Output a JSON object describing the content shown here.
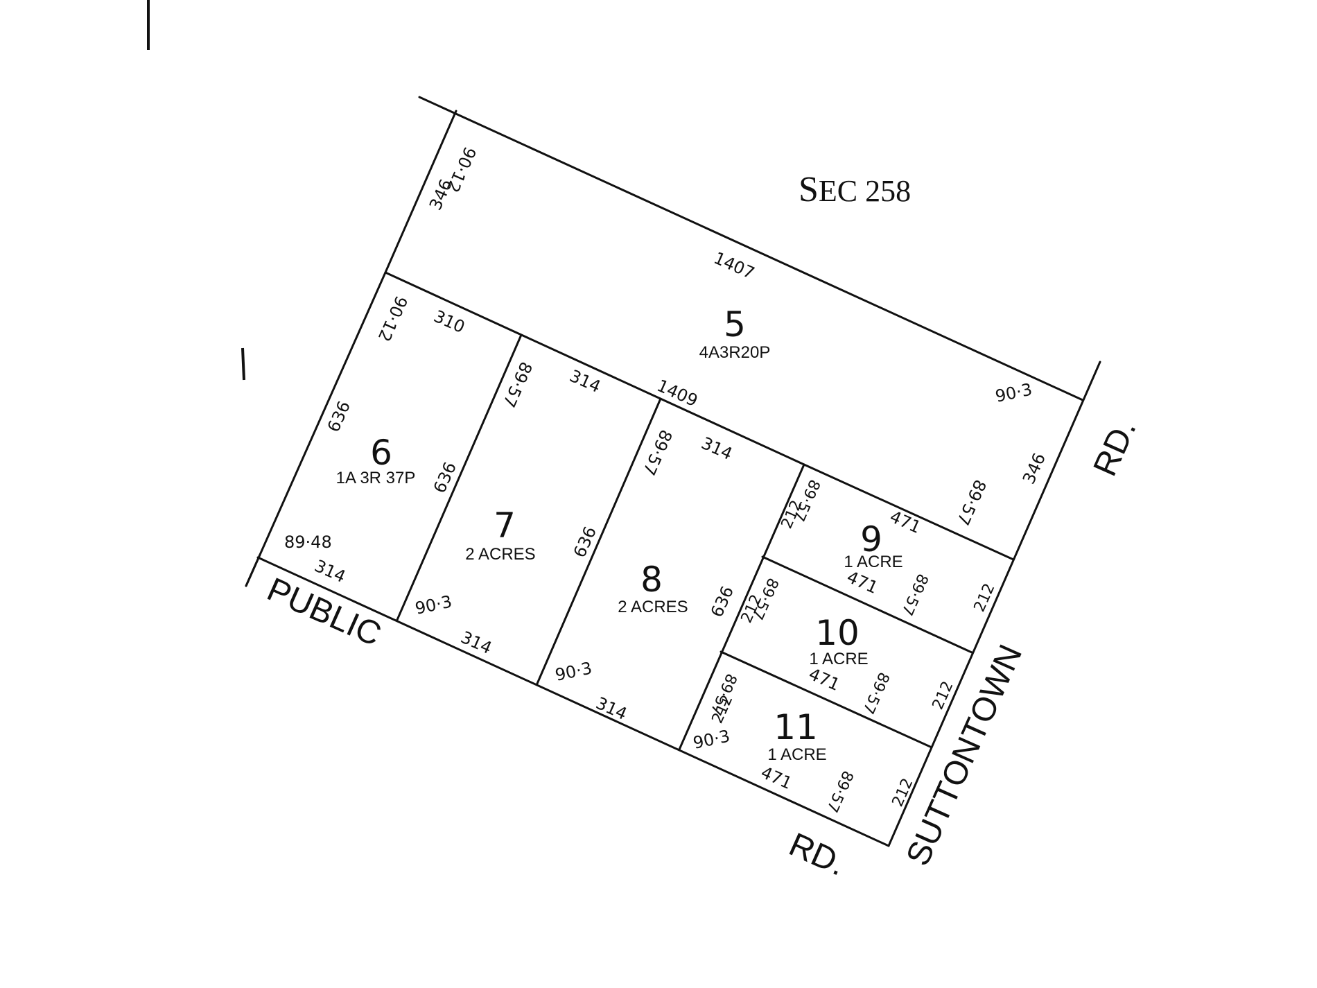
{
  "section_label": {
    "prefix": "S",
    "rest": "EC 258"
  },
  "lots": [
    {
      "number": "5",
      "area": "4A3R20P"
    },
    {
      "number": "6",
      "area": "1A 3R 37P"
    },
    {
      "number": "7",
      "area": "2 ACRES"
    },
    {
      "number": "8",
      "area": "2 ACRES"
    },
    {
      "number": "9",
      "area": "1 ACRE"
    },
    {
      "number": "10",
      "area": "1 ACRE"
    },
    {
      "number": "11",
      "area": "1 ACRE"
    }
  ],
  "roads": {
    "public": "PUBLIC",
    "public_rd": "RD.",
    "suttontown": "SUTTONTOWN",
    "suttontown_rd": "RD."
  },
  "dimensions": {
    "d1407": "1407",
    "d1409": "1409",
    "d310": "310",
    "d346_top": "346",
    "d346_right": "346",
    "d9012_top": "90·12",
    "d9012_lot6": "90·12",
    "d903_lot5": "90·3",
    "d8957_lot5": "89·57",
    "d636_lot6": "636",
    "d636_lot7": "636",
    "d636_lot8": "636",
    "d636_lot8b": "636",
    "d8948": "89·48",
    "d314_lot6": "314",
    "d314_lot7top": "314",
    "d8957_lot7": "89·57",
    "d903_lot7": "90·3",
    "d314_lot7bot": "314",
    "d8957_lot8": "89·57",
    "d314_lot8top": "314",
    "d903_lot8": "90·3",
    "d314_lot8bot": "314",
    "d212_lot9": "212",
    "d8957_lot9": "89·57",
    "d471_lot9": "471",
    "d8957_lot9r": "89·57",
    "d212_lot9r": "212",
    "d471_lot10top": "471",
    "d212_lot10": "212",
    "d8957_lot10": "89·57",
    "d471_lot10": "471",
    "d8957_lot10r": "89·57",
    "d212_lot10r": "212",
    "d212_lot11": "212",
    "d8957_lot11": "89·57",
    "d903_lot11": "90·3",
    "d471_lot11": "471",
    "d8957_lot11r": "89·57",
    "d212_lot11r": "212"
  }
}
